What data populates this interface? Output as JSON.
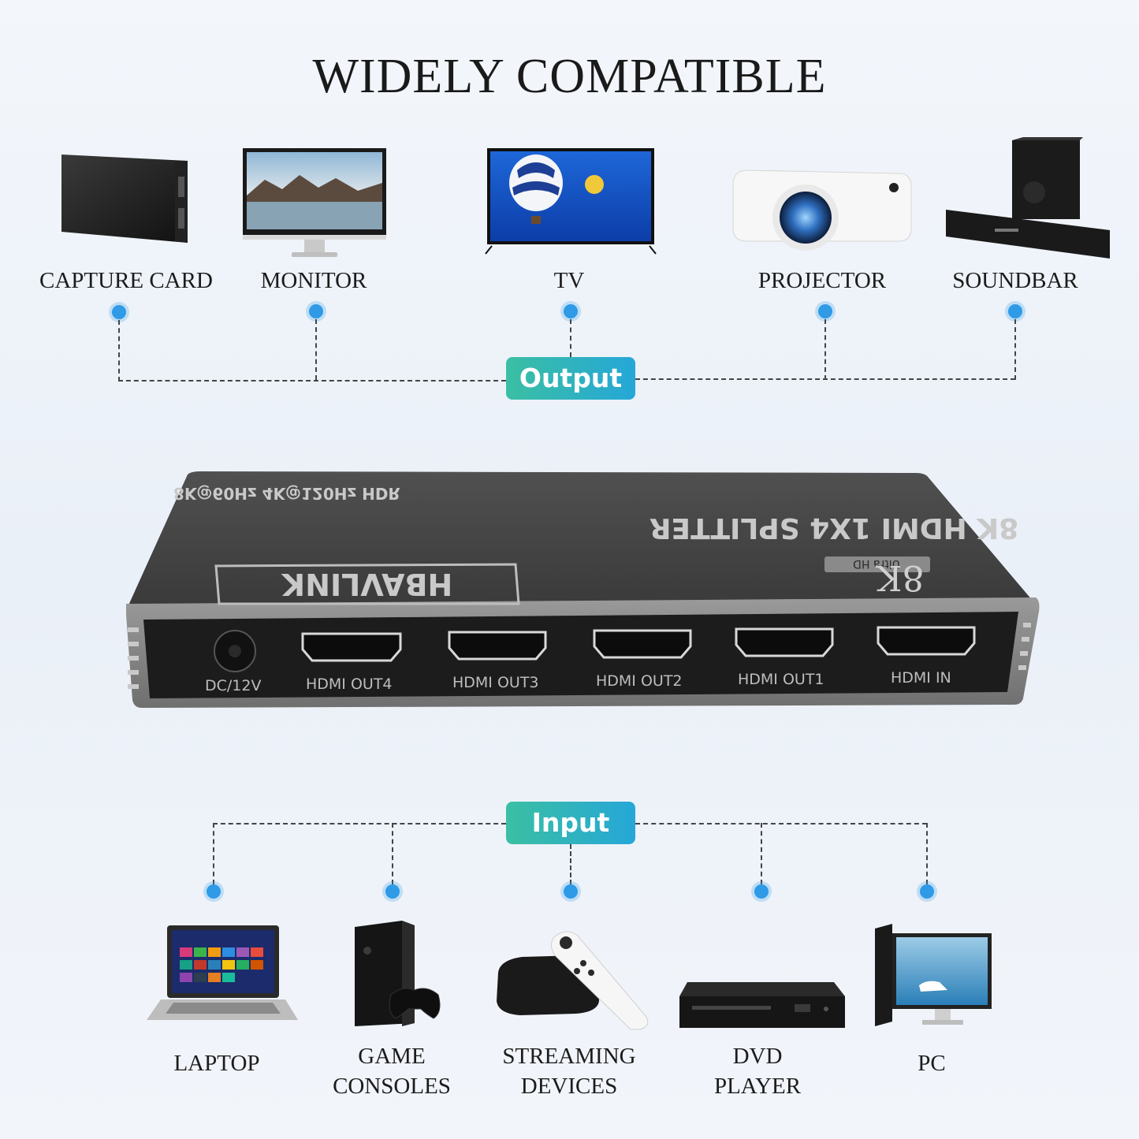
{
  "title": "WIDELY COMPATIBLE",
  "output": {
    "label": "Output",
    "devices": [
      {
        "name": "CAPTURE CARD",
        "icon": "capture-card-icon"
      },
      {
        "name": "MONITOR",
        "icon": "monitor-icon"
      },
      {
        "name": "TV",
        "icon": "tv-icon"
      },
      {
        "name": "PROJECTOR",
        "icon": "projector-icon"
      },
      {
        "name": "SOUNDBAR",
        "icon": "soundbar-icon"
      }
    ]
  },
  "input": {
    "label": "Input",
    "devices": [
      {
        "line1": "LAPTOP",
        "line2": "",
        "icon": "laptop-icon"
      },
      {
        "line1": "GAME",
        "line2": "CONSOLES",
        "icon": "game-console-icon"
      },
      {
        "line1": "STREAMING",
        "line2": "DEVICES",
        "icon": "streaming-device-icon"
      },
      {
        "line1": "DVD",
        "line2": "PLAYER",
        "icon": "dvd-player-icon"
      },
      {
        "line1": "PC",
        "line2": "",
        "icon": "pc-icon"
      }
    ]
  },
  "product": {
    "brand": "HBAVLINK",
    "model": "8K HDMI 1X4 SPLITTER",
    "spec": "8K@60Hz 4K@120Hz HDR",
    "badge_main": "8K",
    "badge_sub": "Ultra HD",
    "ports": [
      "DC/12V",
      "HDMI OUT4",
      "HDMI OUT3",
      "HDMI OUT2",
      "HDMI OUT1",
      "HDMI IN"
    ]
  },
  "colors": {
    "accent_start": "#3bbfa3",
    "accent_end": "#25a7d8",
    "dot": "#2f9ae6",
    "device_body": "#3a3a3a"
  }
}
